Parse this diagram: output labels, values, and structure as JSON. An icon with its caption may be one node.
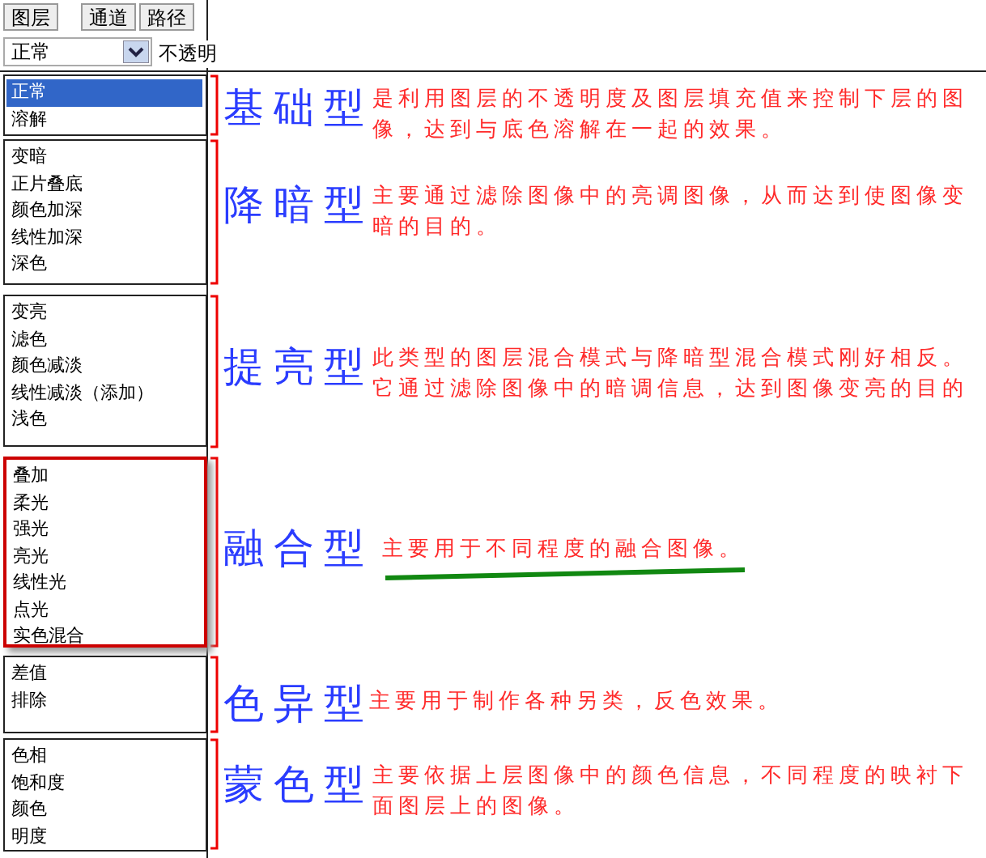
{
  "diagram": {
    "nodes": [
      {
        "text": [
          "正常",
          "溶解"
        ]
      },
      {
        "text": [
          "基础型",
          "是利用图层的不透明度及图层填充值来控制下层的图像，达到与底色溶解在一起的效果。"
        ]
      },
      {
        "text": [
          "变暗",
          "正片叠底",
          "颜色加深",
          "线性加深",
          "深色"
        ]
      },
      {
        "text": [
          "降暗型",
          "主要通过滤除图像中的亮调图像，从而达到使图像变暗的目的。"
        ]
      },
      {
        "text": [
          "变亮",
          "滤色",
          "颜色减淡",
          "线性减淡（添加）",
          "浅色"
        ]
      },
      {
        "text": [
          "提亮型",
          "此类型的图层混合模式与降暗型混合模式刚好相反。它通过滤除图像中的暗调信息，达到图像变亮的目的"
        ]
      },
      {
        "text": [
          "叠加",
          "柔光",
          "强光",
          "亮光",
          "线性光",
          "点光",
          "实色混合"
        ]
      },
      {
        "text": [
          "融合型",
          "主要用于不同程度的融合图像。"
        ]
      },
      {
        "text": [
          "差值",
          "排除"
        ]
      },
      {
        "text": [
          "色异型",
          "主要用于制作各种另类，反色效果。"
        ]
      },
      {
        "text": [
          "色相",
          "饱和度",
          "颜色",
          "明度"
        ]
      },
      {
        "text": [
          "蒙色型",
          "主要依据上层图像中的颜色信息，不同程度的映衬下面图层上的图像。"
        ]
      }
    ],
    "labels": [
      "图层",
      "通道",
      "路径",
      "正常",
      "不透明"
    ]
  }
}
